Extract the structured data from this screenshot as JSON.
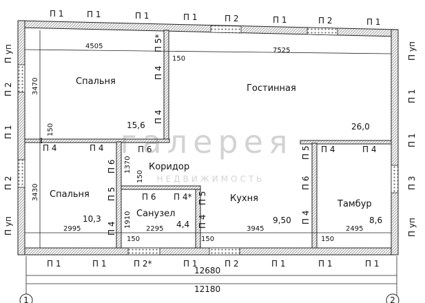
{
  "rooms": [
    {
      "name": "Спальня",
      "area": "15,6"
    },
    {
      "name": "Гостинная",
      "area": "26,0"
    },
    {
      "name": "Спальня",
      "area": "10,3"
    },
    {
      "name": "Коридор",
      "area": ""
    },
    {
      "name": "Санузел",
      "area": "4,4"
    },
    {
      "name": "Кухня",
      "area": "9,50"
    },
    {
      "name": "Тамбур",
      "area": "8,6"
    }
  ],
  "top_labels": [
    "П 1",
    "П 1",
    "П 1",
    "П 1",
    "П 2",
    "П 1",
    "П 2",
    "П 1"
  ],
  "bottom_labels": [
    "П 1",
    "П 1",
    "П 2*",
    "П 1",
    "П 2",
    "П 1",
    "П 1",
    "П 1"
  ],
  "left_labels": [
    "П уп",
    "П 2",
    "П 1",
    "П 2",
    "П уп"
  ],
  "right_labels": [
    "П уп",
    "П 1",
    "П 1",
    "П 3",
    "П уп"
  ],
  "inner_labels": {
    "p5star_top": "П 5*",
    "p4_a": "П 4",
    "p4_b": "П 4",
    "p4_h1": "П 4",
    "p4_h2": "П 4",
    "p6_h": "П 6",
    "p6_v": "П 6",
    "p5_v": "П 5",
    "p4_v_left": "П 4",
    "p6_san": "П 6",
    "p4star_san": "П 4*",
    "p5_kitchen": "П 5",
    "p4_kitchen": "П 4",
    "p5_tam": "П 5",
    "p6_tam": "П 6",
    "p4_tam": "П 4",
    "p4_tam_h1": "П 4",
    "p4_tam_h2": "П 4"
  },
  "dimensions": {
    "d4505": "4505",
    "d7525": "7525",
    "d3470": "3470",
    "d3430": "3430",
    "d2995": "2995",
    "d2295": "2295",
    "d3945": "3945",
    "d2495": "2495",
    "d1370": "1370",
    "d1910": "1910",
    "d150": "150",
    "d12680": "12680",
    "d12180": "12180"
  },
  "axes": [
    "1",
    "2"
  ],
  "watermark": {
    "main": "галерея",
    "sub": "НЕДВИЖИМОСТЬ"
  }
}
